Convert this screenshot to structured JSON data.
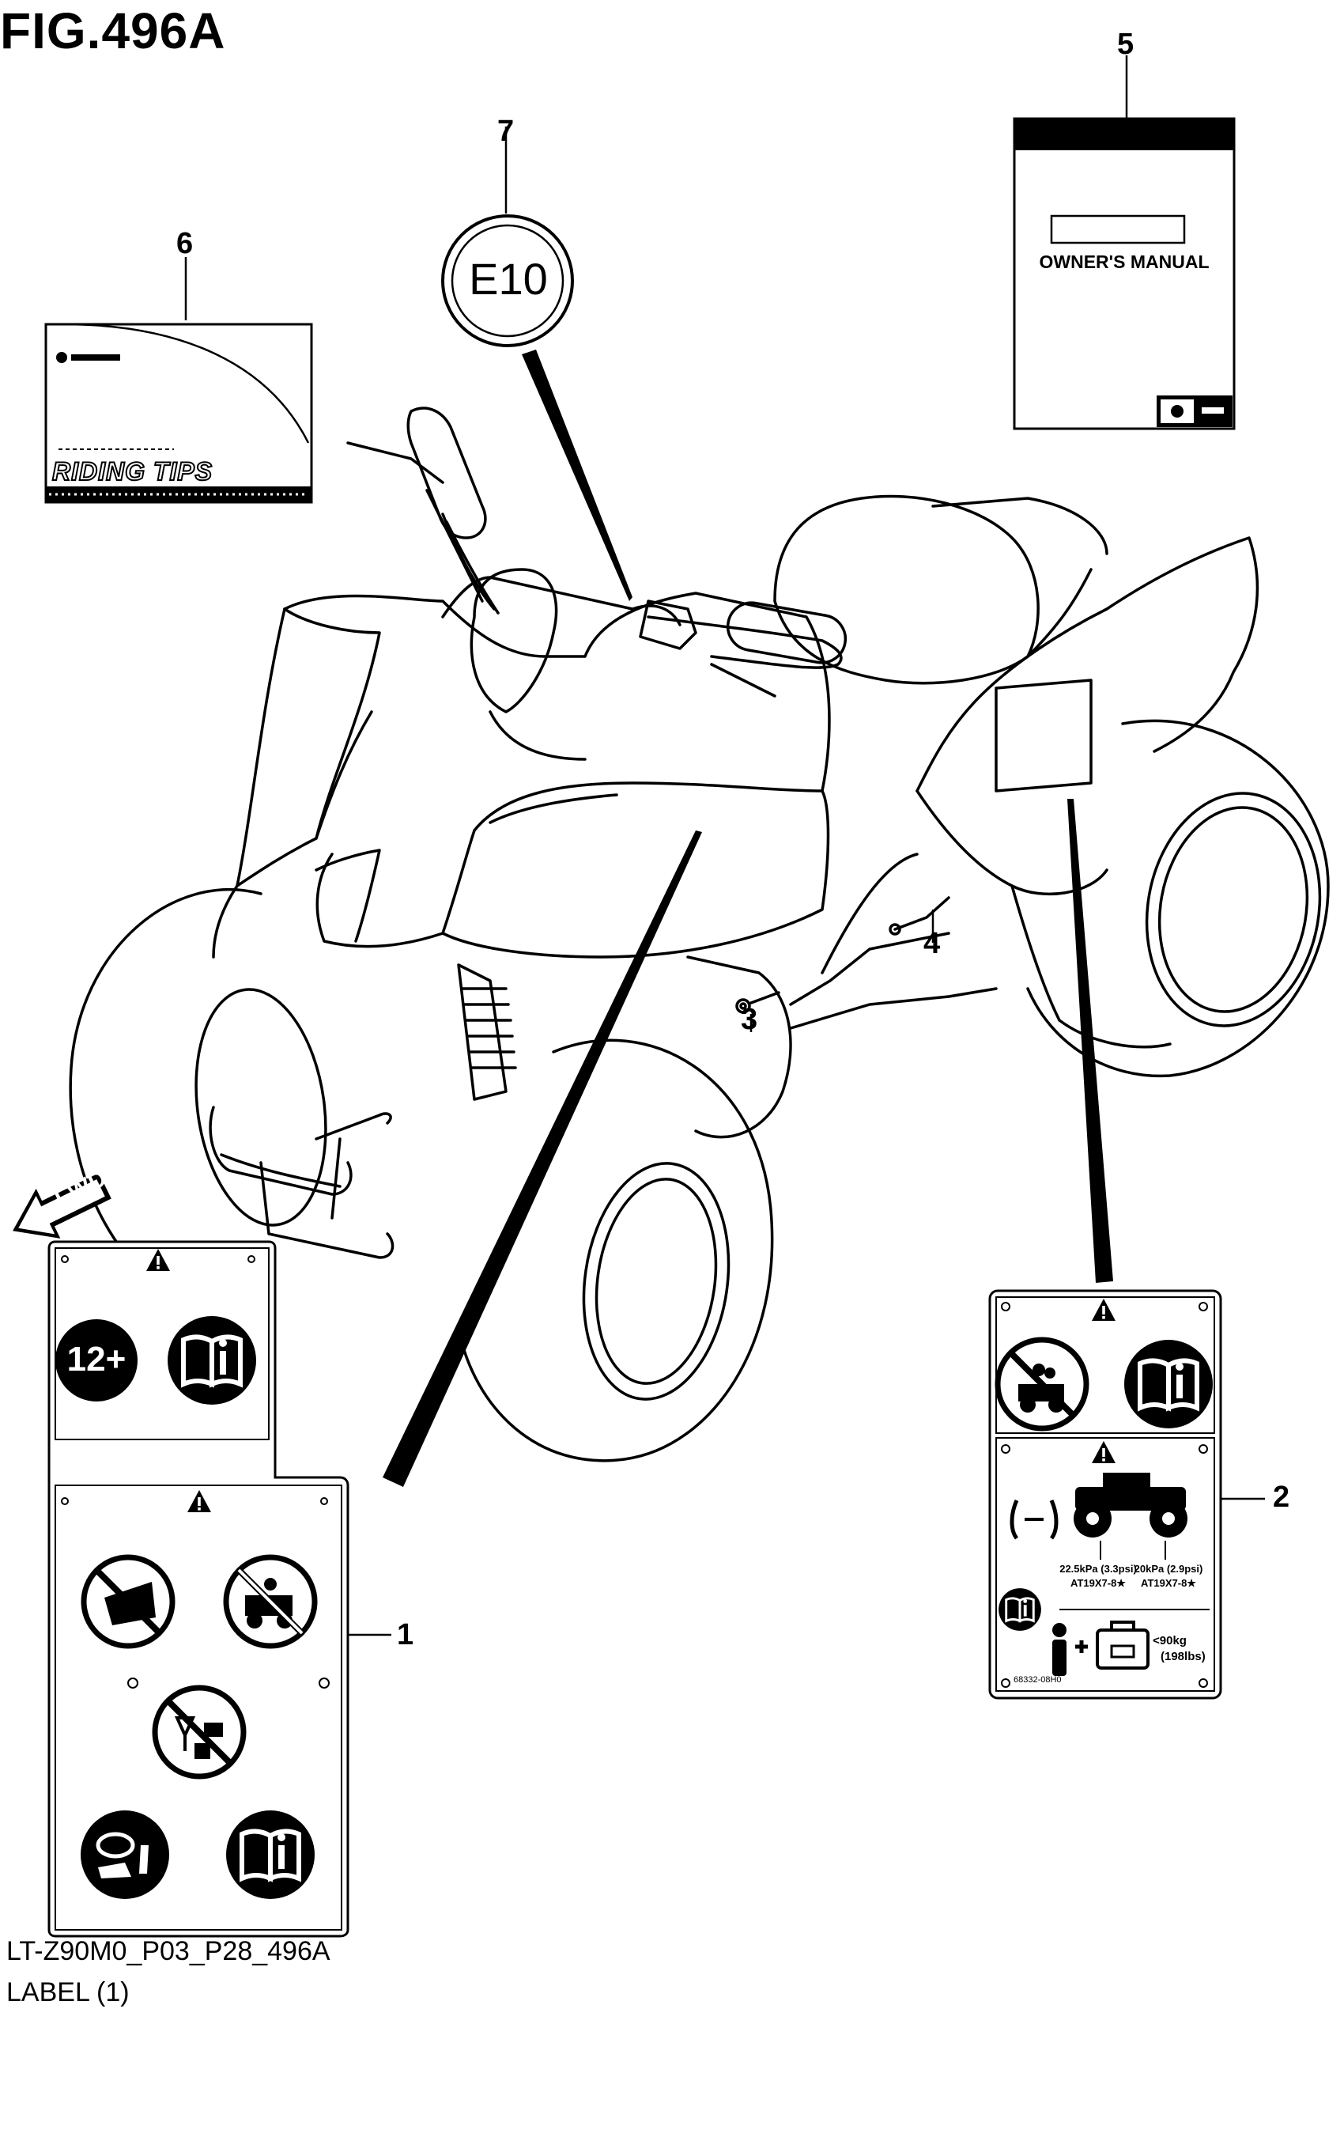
{
  "figure": {
    "title": "FIG.496A",
    "code": "LT-Z90M0_P03_P28_496A",
    "label": "LABEL (1)",
    "direction_arrow": "FWD"
  },
  "callouts": [
    "1",
    "2",
    "3",
    "4",
    "5",
    "6",
    "7"
  ],
  "labels": {
    "e10": "E10",
    "owners_manual": "OWNER'S MANUAL",
    "riding_tips": "RIDING TIPS",
    "age": "12+",
    "tire_front": "22.5kPa (3.3psi)",
    "tire_front_size": "AT19X7-8★",
    "tire_rear": "20kPa (2.9psi)",
    "tire_rear_size": "AT19X7-8★",
    "load_limit": "<90kg",
    "load_limit_lbs": "(198lbs)",
    "part_no": "68332-08H0"
  },
  "icons": [
    "warning-triangle-icon",
    "info-book-icon",
    "suzuki-logo-icon",
    "fwd-arrow-icon"
  ]
}
